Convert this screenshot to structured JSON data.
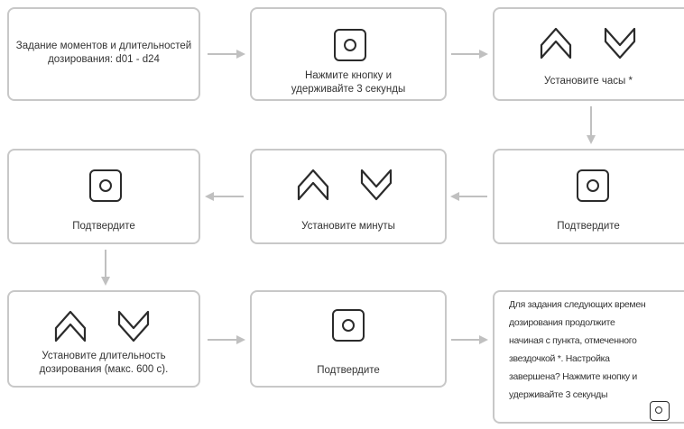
{
  "colors": {
    "box_border": "#c8c8c8",
    "arrow": "#c0c0c0",
    "icon": "#2b2b2b"
  },
  "steps": {
    "s1": {
      "text_line1": "Задание моментов и длительностей",
      "text_line2": "дозирования: d01 - d24"
    },
    "s2": {
      "icon": "button-icon",
      "text_line1": "Нажмите кнопку и",
      "text_line2": "удерживайте 3 секунды"
    },
    "s3": {
      "icon": "up-down-arrows-icon",
      "text": "Установите часы *"
    },
    "s4": {
      "icon": "button-icon",
      "text": "Подтвердите"
    },
    "s5": {
      "icon": "up-down-arrows-icon",
      "text": "Установите минуты"
    },
    "s6": {
      "icon": "button-icon",
      "text": "Подтвердите"
    },
    "s7": {
      "icon": "up-down-arrows-icon",
      "text_line1": "Установите длительность",
      "text_line2": "дозирования (макс. 600 с)."
    },
    "s8": {
      "icon": "button-icon",
      "text": "Подтвердите"
    },
    "s9": {
      "icon": "button-icon",
      "lines": [
        "Для задания следующих времен",
        "дозирования продолжите",
        "начиная с пункта, отмеченного",
        "звездочкой *. Настройка",
        "завершена? Нажмите кнопку и",
        "удерживайте 3 секунды"
      ]
    }
  }
}
